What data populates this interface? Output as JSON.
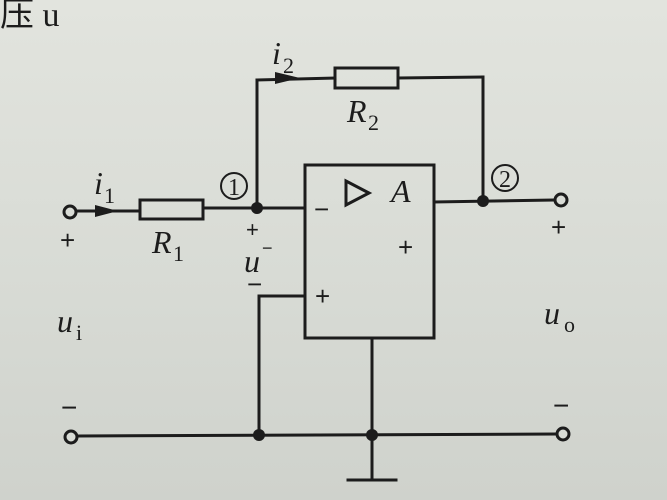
{
  "top_text": "压 u",
  "labels": {
    "i2": "i",
    "i2_sub": "2",
    "r2": "R",
    "r2_sub": "2",
    "i1": "i",
    "i1_sub": "1",
    "r1": "R",
    "r1_sub": "1",
    "node1": "1",
    "node2": "2",
    "amp": "A",
    "u_minus": "u",
    "u_minus_sup": "−",
    "ui": "u",
    "ui_sub": "i",
    "uo": "u",
    "uo_sub": "o"
  },
  "signs": {
    "input_plus": "+",
    "input_minus": "−",
    "output_plus": "+",
    "output_minus": "−",
    "inv_in": "−",
    "noninv_in": "+",
    "amp_out": "+",
    "u_minus_plus": "+",
    "u_minus_minus": "−"
  }
}
